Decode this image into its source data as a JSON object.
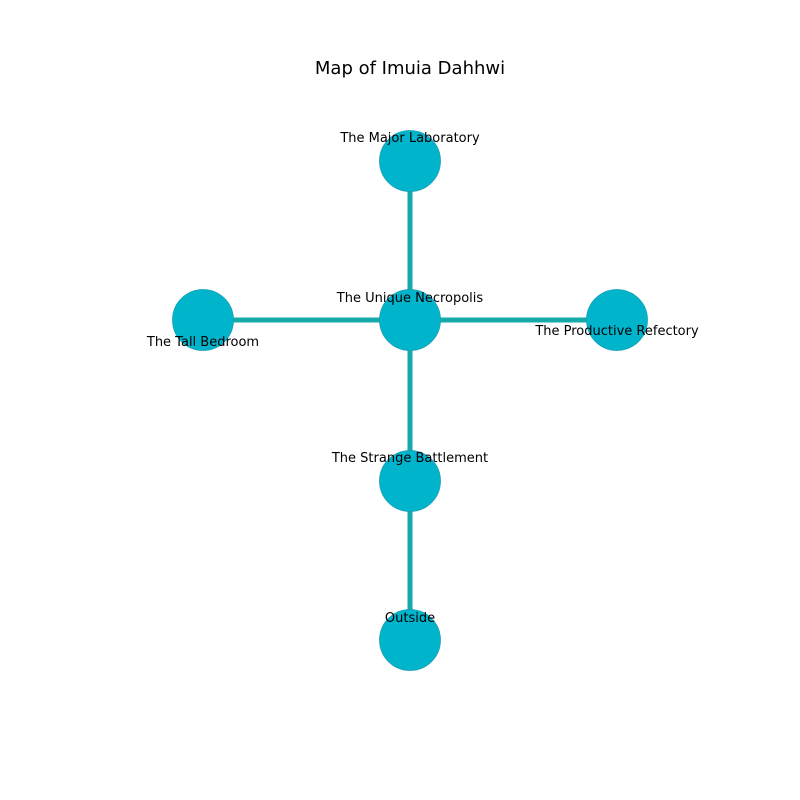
{
  "title": "Map of Imuia Dahhwi",
  "colors": {
    "node_fill": "#00b4cc",
    "node_stroke": "#1a9fb5",
    "edge": "#14aaaa",
    "text": "#000000",
    "background": "#ffffff"
  },
  "nodes": [
    {
      "id": "major-laboratory",
      "label": "The Major Laboratory"
    },
    {
      "id": "unique-necropolis",
      "label": "The Unique Necropolis"
    },
    {
      "id": "tall-bedroom",
      "label": "The Tall Bedroom"
    },
    {
      "id": "productive-refectory",
      "label": "The Productive Refectory"
    },
    {
      "id": "strange-battlement",
      "label": "The Strange Battlement"
    },
    {
      "id": "outside",
      "label": "Outside"
    }
  ],
  "edges": [
    {
      "from": "major-laboratory",
      "to": "unique-necropolis"
    },
    {
      "from": "tall-bedroom",
      "to": "unique-necropolis"
    },
    {
      "from": "unique-necropolis",
      "to": "productive-refectory"
    },
    {
      "from": "unique-necropolis",
      "to": "strange-battlement"
    },
    {
      "from": "strange-battlement",
      "to": "outside"
    }
  ]
}
